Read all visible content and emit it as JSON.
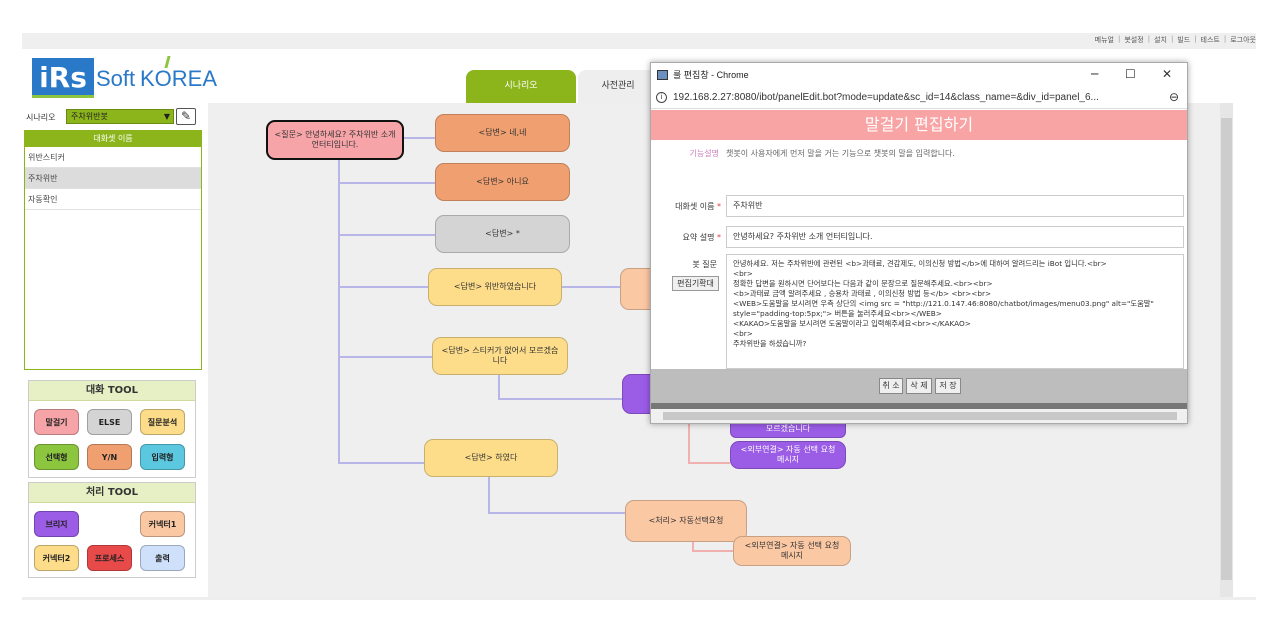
{
  "toplinks": [
    "메뉴얼",
    "봇설정",
    "설치",
    "빌드",
    "테스트",
    "로그아웃"
  ],
  "logo": {
    "irs": "iRs",
    "soft": "Soft",
    "korea": "KOREA"
  },
  "tabs": {
    "scenario": "시나리오",
    "dict": "사전관리"
  },
  "sidebar": {
    "scenario_label": "시나리오",
    "scenario_value": "주차위반봇",
    "dialog_header": "대화셋 이름",
    "items": [
      "위반스티커",
      "주차위반",
      "자동확인"
    ]
  },
  "dialog_tool": {
    "title": "대화 TOOL",
    "buttons": [
      "말걸기",
      "ELSE",
      "질문분석",
      "선택형",
      "Y/N",
      "입력형"
    ]
  },
  "process_tool": {
    "title": "처리 TOOL",
    "buttons": [
      "브리지",
      "커넥터1",
      "커넥터2",
      "프로세스",
      "출력"
    ]
  },
  "nodes": {
    "question": "<질문> 안녕하세요? 주차위반 소개 언터티입니다.",
    "ans_yes": "<답변> 네,네",
    "ans_no": "<답변> 아니요",
    "ans_star": "<답변> *",
    "ans_violate": "<답변> 위반하였습니다",
    "ans_sticker": "<답변> 스티커가 없어서 모르겠습니다",
    "ans_did": "<답변> 하였다",
    "process_auto": "<처리> 자동선택요청",
    "ext_auto1": "<외부연결> 자동 선택 요청 메시지",
    "ext_auto2": "<외부연결> 자동 선택 요청 메시지",
    "purple_partial": "모르겠습니다"
  },
  "popup": {
    "title": "룰 편집창 - Chrome",
    "url": "192.168.2.27:8080/ibot/panelEdit.bot?mode=update&sc_id=14&class_name=&div_id=panel_6...",
    "header": "말걸기 편집하기",
    "func_label": "기능설명",
    "func_desc": "챗봇이 사용자에게 먼저 말을 거는 기능으로 챗봇의 말을 입력합니다.",
    "name_label": "대화셋 이름",
    "name_value": "주차위반",
    "summary_label": "요약 설명",
    "summary_value": "안녕하세요? 주차위반 소개 언터티입니다.",
    "botq_label": "봇 질문",
    "expand_button": "편집기확대",
    "botq_value": "안녕하세요. 저는 주차위반에 관련된 <b>과태료, 견감제도, 이의신청 방법</b>에 대하여 알려드리는 iBot 입니다.<br>\n<br>\n정확한 답변을 원하시면 단어보다는 다음과 같이 문장으로 질문해주세요.<br><br>\n<b>과태료 금액 알려주세요 , 승용차 과태료 , 이의신청 방법 등</b> <br><br>\n<WEB>도움말을 보시려면 우측 상단의 <img src = \"http://121.0.147.46:8080/chatbot/images/menu03.png\" alt=\"도움말\" style=\"padding-top:5px;\"> 버튼을 눌러주세요<br></WEB>\n<KAKAO>도움말을 보시려면 도움말이라고 입력해주세요<br></KAKAO>\n<br>\n주차위반을 하셨습니까?",
    "btn_cancel": "취 소",
    "btn_delete": "삭 제",
    "btn_save": "저 장"
  },
  "colors": {
    "brand_green": "#8cb51b",
    "brand_blue": "#2a78c8",
    "popup_header": "#f9a4a4"
  }
}
